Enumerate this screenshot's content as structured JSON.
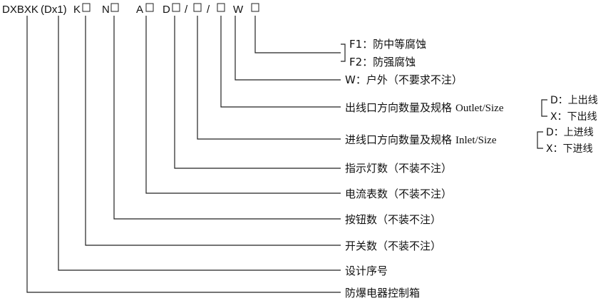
{
  "code": {
    "parts": [
      "DXBXK",
      "(Dx1)",
      "K",
      "N",
      "A",
      "D",
      "/",
      "/",
      "W"
    ]
  },
  "descriptions": {
    "f1": "F1：防中等腐蚀",
    "f2": "F2：防强腐蚀",
    "w": "W：户外（不要求不注）",
    "outlet": {
      "cn": "出线口方向数量及规格",
      "en": "Outlet/Size"
    },
    "outlet_d": "D：上出线",
    "outlet_x": "X：下出线",
    "inlet": {
      "cn": "进线口方向数量及规格",
      "en": "Inlet/Size"
    },
    "inlet_d": "D：上进线",
    "inlet_x": "X：下进线",
    "indicator": "指示灯数（不装不注）",
    "ammeter": "电流表数（不装不注）",
    "button": "按钮数（不装不注）",
    "switch": "开关数（不装不注）",
    "design_no": "设计序号",
    "product": "防爆电器控制箱"
  }
}
